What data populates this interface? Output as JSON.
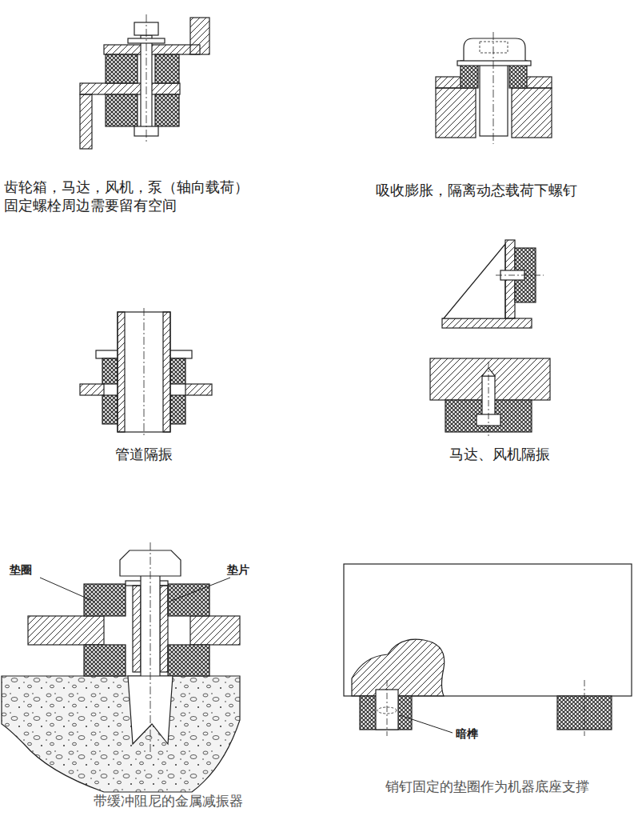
{
  "diagram": {
    "labels": [
      "齿轮箱，马达，风机，泵（轴向载荷） 固定螺栓周边需要留有空间",
      "吸收膨胀，隔离动态载荷下螺钉",
      "管道隔振",
      "马达、风机隔振",
      "垫圈",
      "垫片",
      "带缓冲阻尼的金属减振器",
      "暗榫",
      "销钉固定的垫圈作为机器底座支撑"
    ]
  }
}
